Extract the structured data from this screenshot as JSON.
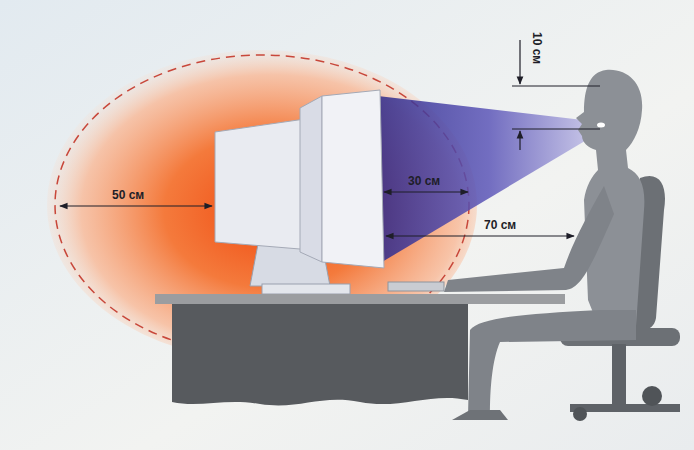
{
  "diagram": {
    "labels": [
      "10 см",
      "50 см",
      "30 см",
      "70 см"
    ]
  }
}
